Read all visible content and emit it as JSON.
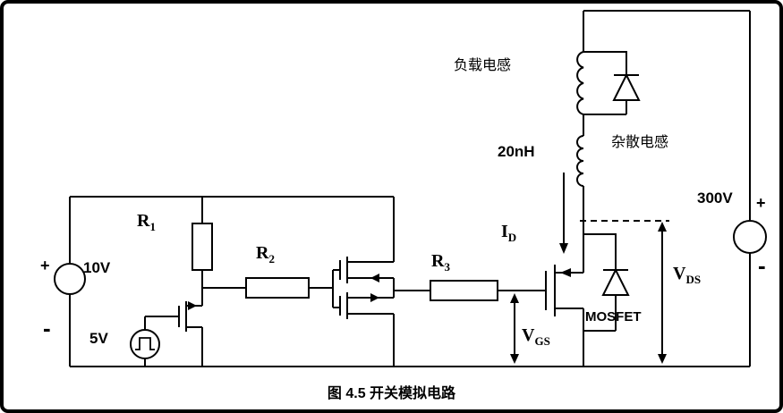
{
  "figure_caption": "图 4.5 开关模拟电路",
  "labels": {
    "load_inductor": "负载电感",
    "stray_inductor": "杂散电感",
    "stray_value": "20nH",
    "bus_voltage": "300V",
    "gate_supply": "10V",
    "pulse_source": "5V",
    "mosfet": "MOSFET",
    "r1": {
      "base": "R",
      "sub": "1"
    },
    "r2": {
      "base": "R",
      "sub": "2"
    },
    "r3": {
      "base": "R",
      "sub": "3"
    },
    "drain_current": {
      "base": "I",
      "sub": "D"
    },
    "gate_source_voltage": {
      "base": "V",
      "sub": "GS"
    },
    "drain_source_voltage": {
      "base": "V",
      "sub": "DS"
    },
    "plus": "+",
    "minus": "-"
  },
  "colors": {
    "ink": "#000000",
    "background": "#ffffff"
  }
}
